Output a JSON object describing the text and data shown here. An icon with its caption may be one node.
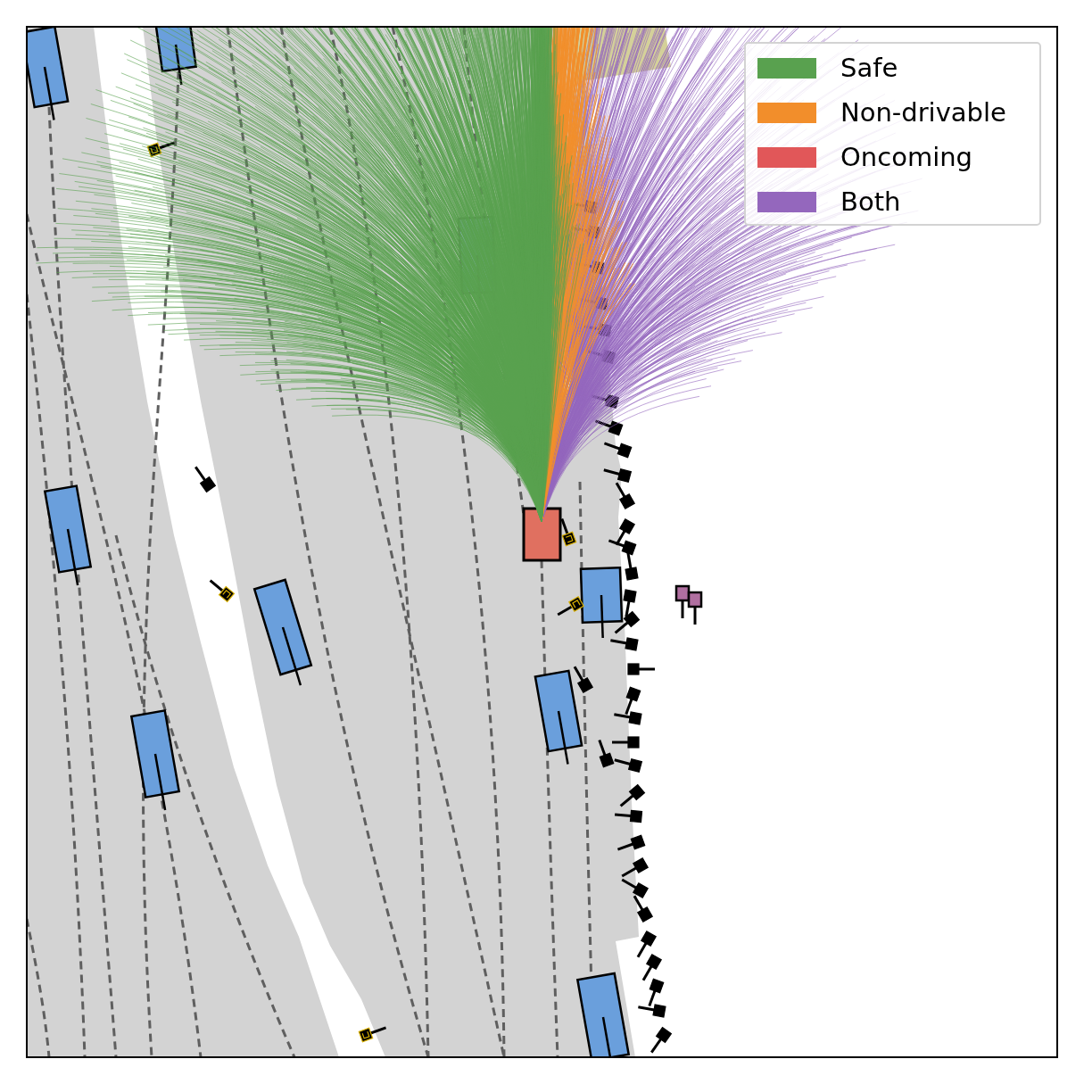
{
  "diagram": {
    "legend": [
      {
        "text": "Safe",
        "color": "#59a14f"
      },
      {
        "text": "Non-drivable",
        "color": "#f28e2b"
      },
      {
        "text": "Oncoming",
        "color": "#e15759"
      },
      {
        "text": "Both",
        "color": "#9467bd"
      }
    ]
  }
}
